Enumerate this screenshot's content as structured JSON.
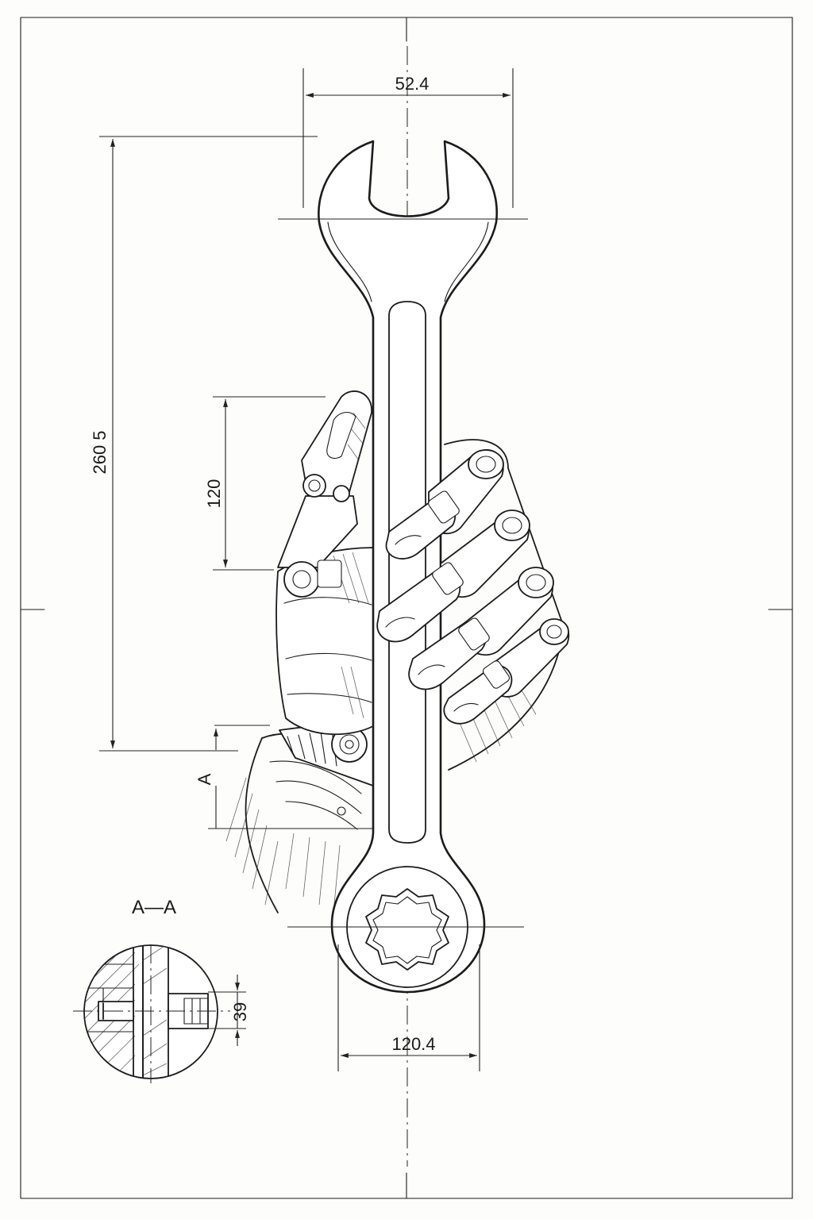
{
  "dimensions": {
    "jaw_width": "52.4",
    "overall_length": "260 5",
    "grip_span": "120",
    "section_marker": "A",
    "ring_width": "120.4",
    "bolt_dia": "39"
  },
  "section_view": {
    "title": "A—A"
  },
  "icons": {
    "wrench": "wrench-icon",
    "robot_hand": "robot-hand-icon"
  },
  "colors": {
    "ink": "#1c1c1c",
    "paper": "#fdfdfc"
  }
}
